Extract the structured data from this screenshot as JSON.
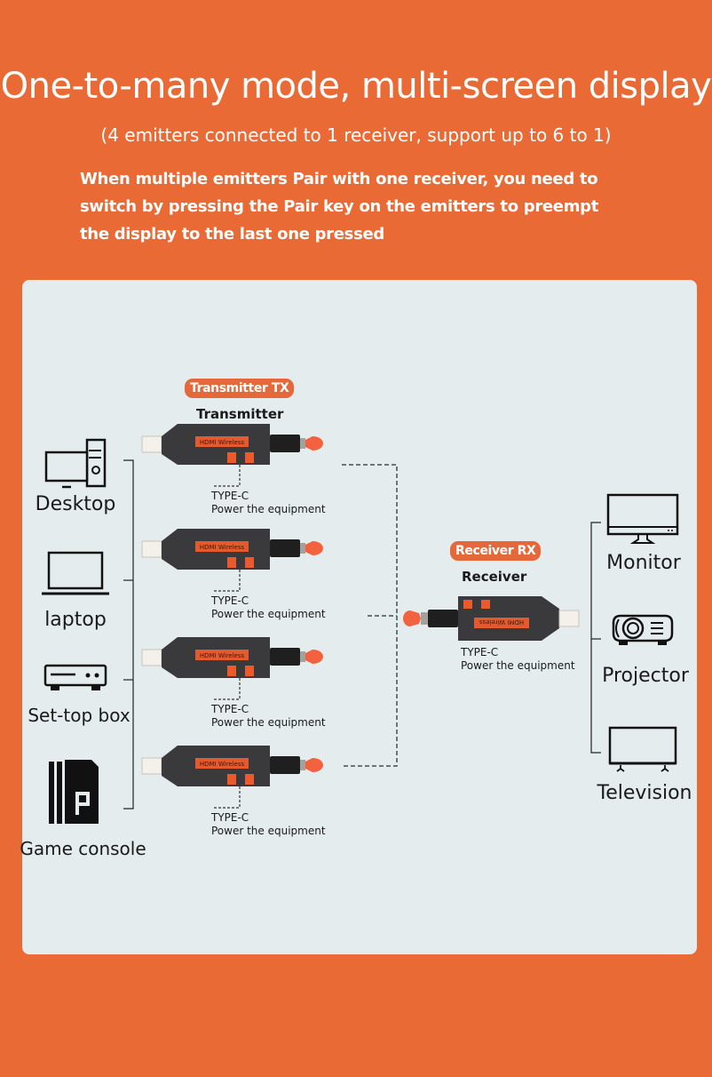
{
  "header": {
    "title": "One-to-many mode, multi-screen display",
    "subtitle": "(4 emitters connected to 1 receiver, support up to 6 to 1)",
    "description": "When multiple emitters Pair with one receiver, you need to switch by pressing the Pair key on the emitters to preempt the display to the last one pressed"
  },
  "transmitter_section": {
    "badge": "Transmitter TX",
    "label": "Transmitter",
    "units": [
      {
        "port_label": "TYPE-C",
        "port_desc": "Power the equipment",
        "device_text": "HDMI Wireless"
      },
      {
        "port_label": "TYPE-C",
        "port_desc": "Power the equipment",
        "device_text": "HDMI Wireless"
      },
      {
        "port_label": "TYPE-C",
        "port_desc": "Power the equipment",
        "device_text": "HDMI Wireless"
      },
      {
        "port_label": "TYPE-C",
        "port_desc": "Power the equipment",
        "device_text": "HDMI Wireless"
      }
    ]
  },
  "receiver_section": {
    "badge": "Receiver RX",
    "label": "Receiver",
    "port_label": "TYPE-C",
    "port_desc": "Power the equipment",
    "device_text": "HDMI Wireless"
  },
  "sources": [
    {
      "label": "Desktop",
      "icon": "desktop-icon"
    },
    {
      "label": "laptop",
      "icon": "laptop-icon"
    },
    {
      "label": "Set-top box",
      "icon": "set-top-box-icon"
    },
    {
      "label": "Game console",
      "icon": "game-console-icon"
    }
  ],
  "displays": [
    {
      "label": "Monitor",
      "icon": "monitor-icon"
    },
    {
      "label": "Projector",
      "icon": "projector-icon"
    },
    {
      "label": "Television",
      "icon": "television-icon"
    }
  ],
  "colors": {
    "background": "#e96a35",
    "card": "#e5ecee",
    "accent": "#e4683a",
    "device_body": "#3a3a3c"
  }
}
